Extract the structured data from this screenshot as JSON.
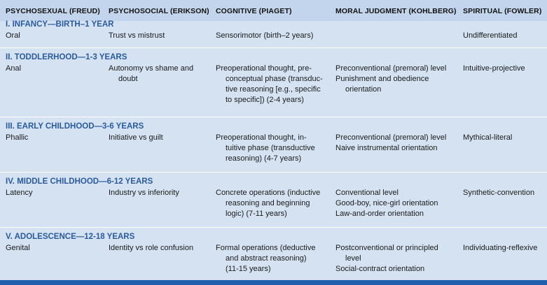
{
  "headers": [
    "PSYCHOSEXUAL (FREUD)",
    "PSYCHOSOCIAL (ERIKSON)",
    "COGNITIVE (PIAGET)",
    "MORAL JUDGMENT (KOHLBERG)",
    "SPIRITUAL (FOWLER)"
  ],
  "stages": [
    {
      "title": "I. INFANCY—BIRTH–1 YEAR",
      "freud": [
        "Oral"
      ],
      "erikson": [
        "Trust vs mistrust"
      ],
      "piaget": [
        "Sensorimotor (birth–2 years)"
      ],
      "kohlberg": [],
      "fowler": [
        "Undifferentiated"
      ]
    },
    {
      "title": "II. TODDLERHOOD—1-3 YEARS",
      "freud": [
        "Anal"
      ],
      "erikson": [
        "Autonomy vs shame and",
        "doubt"
      ],
      "piaget": [
        "Preoperational thought, pre-",
        "conceptual phase (transduc-",
        "tive reasoning [e.g., specific",
        "to specific]) (2-4 years)"
      ],
      "kohlberg": [
        "Preconventional (premoral) level",
        "Punishment and obedience",
        "orientation"
      ],
      "fowler": [
        "Intuitive-projective"
      ]
    },
    {
      "title": "III. EARLY CHILDHOOD—3-6 YEARS",
      "freud": [
        "Phallic"
      ],
      "erikson": [
        "Initiative vs guilt"
      ],
      "piaget": [
        "Preoperational thought, in-",
        "tuitive phase (transductive",
        "reasoning) (4-7 years)"
      ],
      "kohlberg": [
        "Preconventional (premoral) level",
        "Naive instrumental orientation"
      ],
      "fowler": [
        "Mythical-literal"
      ]
    },
    {
      "title": "IV. MIDDLE CHILDHOOD—6-12 YEARS",
      "freud": [
        "Latency"
      ],
      "erikson": [
        "Industry vs inferiority"
      ],
      "piaget": [
        "Concrete operations (inductive",
        "reasoning and beginning",
        "logic) (7-11 years)"
      ],
      "kohlberg": [
        "Conventional level",
        "Good-boy, nice-girl orientation",
        "Law-and-order orientation"
      ],
      "fowler": [
        "Synthetic-convention"
      ]
    },
    {
      "title": "V. ADOLESCENCE—12-18 YEARS",
      "freud": [
        "Genital"
      ],
      "erikson": [
        "Identity vs role confusion"
      ],
      "piaget": [
        "Formal operations (deductive",
        "and abstract reasoning)",
        "(11-15 years)"
      ],
      "kohlberg": [
        "Postconventional or principled",
        "level",
        "Social-contract orientation"
      ],
      "fowler": [
        "Individuating-reflexive"
      ]
    }
  ]
}
